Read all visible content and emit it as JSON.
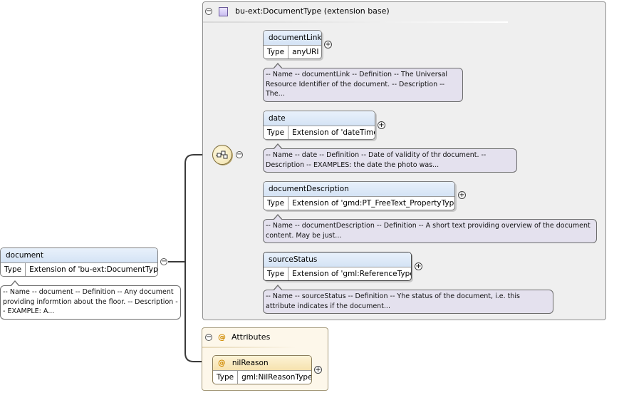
{
  "extension_panel": {
    "title": "bu-ext:DocumentType (extension base)",
    "toggle": "−"
  },
  "attributes_panel": {
    "title": "Attributes",
    "toggle": "−",
    "icon": "@"
  },
  "root": {
    "name": "document",
    "type_label": "Type",
    "type_value": "Extension of 'bu-ext:DocumentType'",
    "note": "-- Name -- document -- Definition -- Any document providing informtion about the floor. -- Description -- EXAMPLE: A..."
  },
  "elements": [
    {
      "name": "documentLink",
      "type_label": "Type",
      "type_value": "anyURI",
      "note": "-- Name -- documentLink -- Definition -- The Universal Resource Identifier of the document. -- Description -- The..."
    },
    {
      "name": "date",
      "type_label": "Type",
      "type_value": "Extension of 'dateTime'",
      "note": "-- Name -- date -- Definition -- Date of validity of thr document. -- Description -- EXAMPLES: the date the photo was..."
    },
    {
      "name": "documentDescription",
      "type_label": "Type",
      "type_value": "Extension of 'gmd:PT_FreeText_PropertyType'",
      "note": "-- Name -- documentDescription -- Definition -- A short text providing overview of the document content. May be just..."
    },
    {
      "name": "sourceStatus",
      "type_label": "Type",
      "type_value": "Extension of 'gml:ReferenceType'",
      "note": "-- Name -- sourceStatus -- Definition -- Yhe status of the document, i.e. this attribute indicates if the document..."
    }
  ],
  "attribute": {
    "name": "nilReason",
    "icon": "@",
    "type_label": "Type",
    "type_value": "gml:NilReasonType"
  },
  "symbols": {
    "expand": "+",
    "collapse": "−"
  },
  "colors": {
    "element_header": "#d4e3f5",
    "note_background": "#e4e1ee",
    "attribute_header": "#f6e2ae",
    "panel_background": "#efefef"
  }
}
